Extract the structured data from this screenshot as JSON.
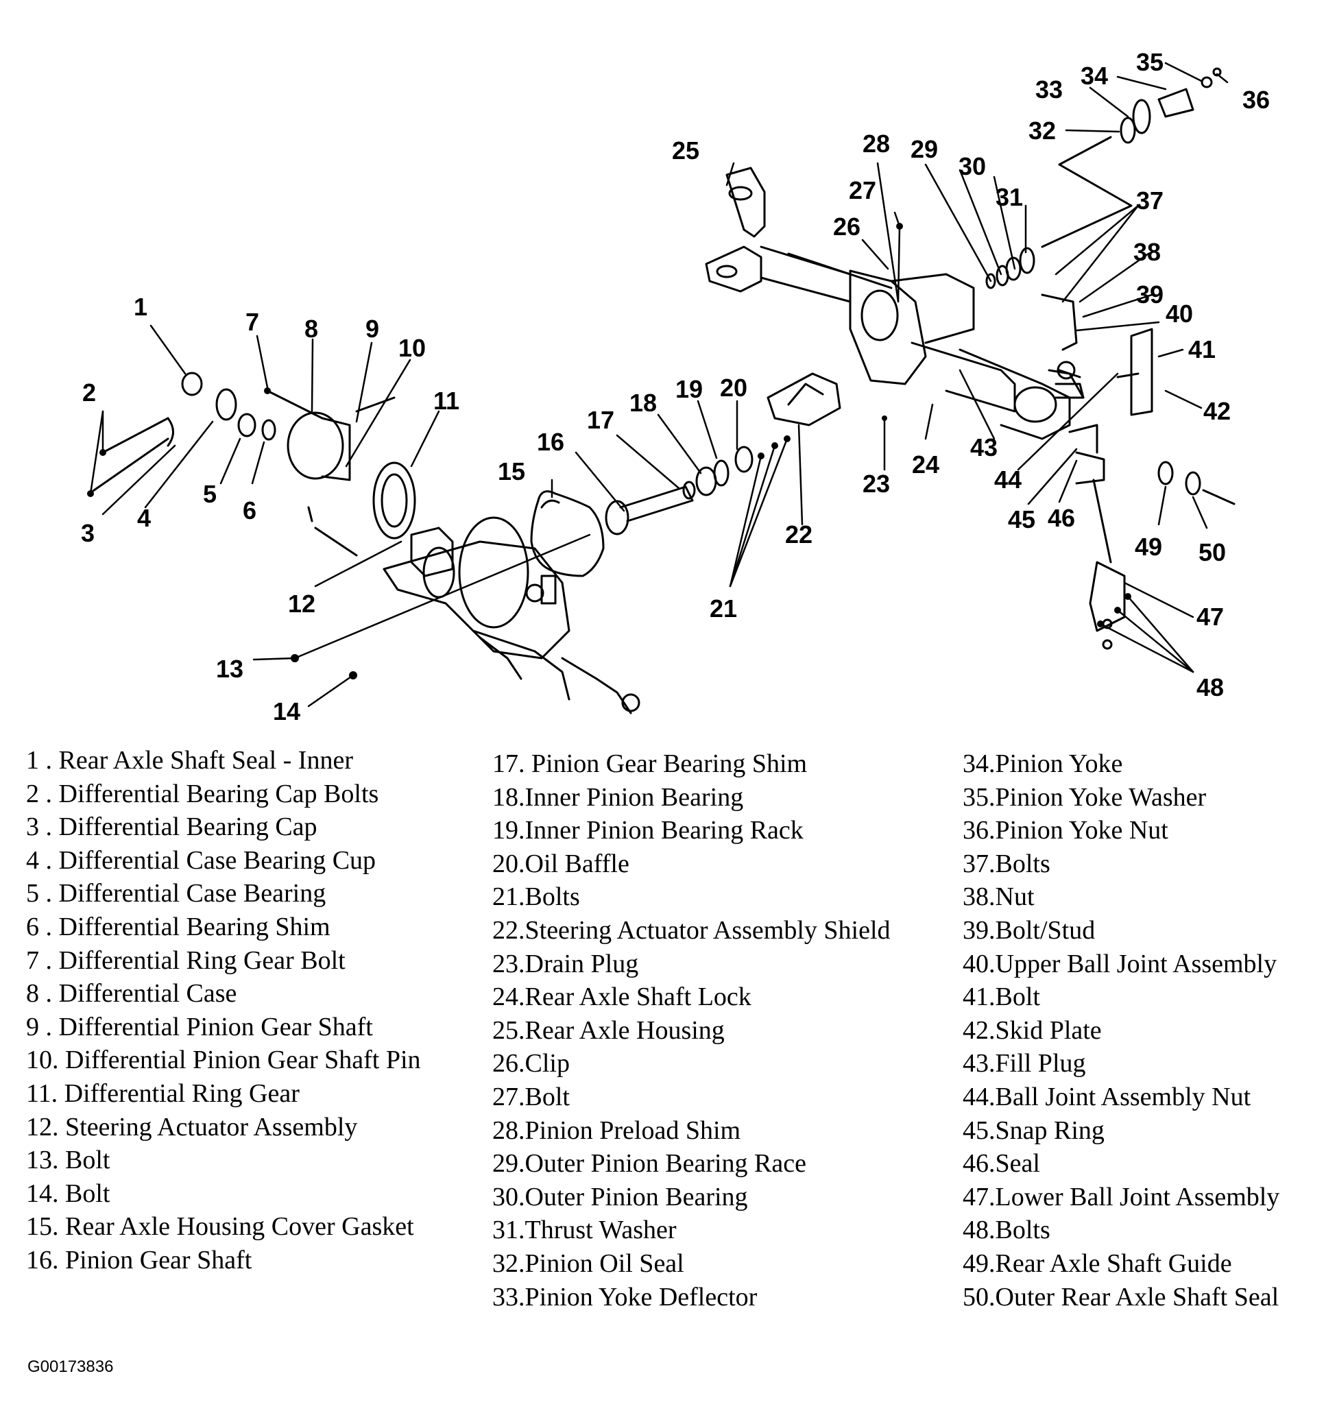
{
  "callouts": [
    "1",
    "2",
    "3",
    "4",
    "5",
    "6",
    "7",
    "8",
    "9",
    "10",
    "11",
    "12",
    "13",
    "14",
    "15",
    "16",
    "17",
    "18",
    "19",
    "20",
    "21",
    "22",
    "23",
    "24",
    "25",
    "26",
    "27",
    "28",
    "29",
    "30",
    "31",
    "32",
    "33",
    "34",
    "35",
    "36",
    "37",
    "38",
    "39",
    "40",
    "41",
    "42",
    "43",
    "44",
    "45",
    "46",
    "47",
    "48",
    "49",
    "50"
  ],
  "legend": {
    "col1": [
      "1 . Rear Axle Shaft Seal - Inner",
      "2 . Differential Bearing Cap Bolts",
      "3 . Differential Bearing Cap",
      "4 . Differential Case Bearing Cup",
      "5 . Differential Case Bearing",
      "6 . Differential Bearing Shim",
      "7 . Differential Ring Gear Bolt",
      "8 . Differential Case",
      "9 . Differential Pinion Gear Shaft",
      "10. Differential Pinion Gear Shaft Pin",
      "11. Differential Ring Gear",
      "12. Steering Actuator Assembly",
      "13. Bolt",
      "14. Bolt",
      "15. Rear Axle Housing Cover Gasket",
      "16. Pinion Gear Shaft"
    ],
    "col2": [
      "17. Pinion Gear Bearing Shim",
      "18.Inner Pinion Bearing",
      "19.Inner Pinion Bearing Rack",
      "20.Oil Baffle",
      "21.Bolts",
      "22.Steering Actuator Assembly Shield",
      "23.Drain Plug",
      "24.Rear Axle Shaft Lock",
      "25.Rear Axle Housing",
      "26.Clip",
      "27.Bolt",
      "28.Pinion Preload Shim",
      "29.Outer Pinion Bearing Race",
      "30.Outer Pinion Bearing",
      "31.Thrust Washer",
      "32.Pinion Oil Seal",
      "33.Pinion Yoke Deflector"
    ],
    "col3": [
      "34.Pinion Yoke",
      "35.Pinion Yoke Washer",
      "36.Pinion Yoke Nut",
      "37.Bolts",
      "38.Nut",
      "39.Bolt/Stud",
      "40.Upper Ball Joint Assembly",
      "41.Bolt",
      "42.Skid Plate",
      "43.Fill Plug",
      "44.Ball Joint Assembly Nut",
      "45.Snap Ring",
      "46.Seal",
      "47.Lower Ball Joint Assembly",
      "48.Bolts",
      "49.Rear Axle Shaft Guide",
      "50.Outer Rear Axle Shaft Seal"
    ]
  },
  "figure_id": "G00173836"
}
